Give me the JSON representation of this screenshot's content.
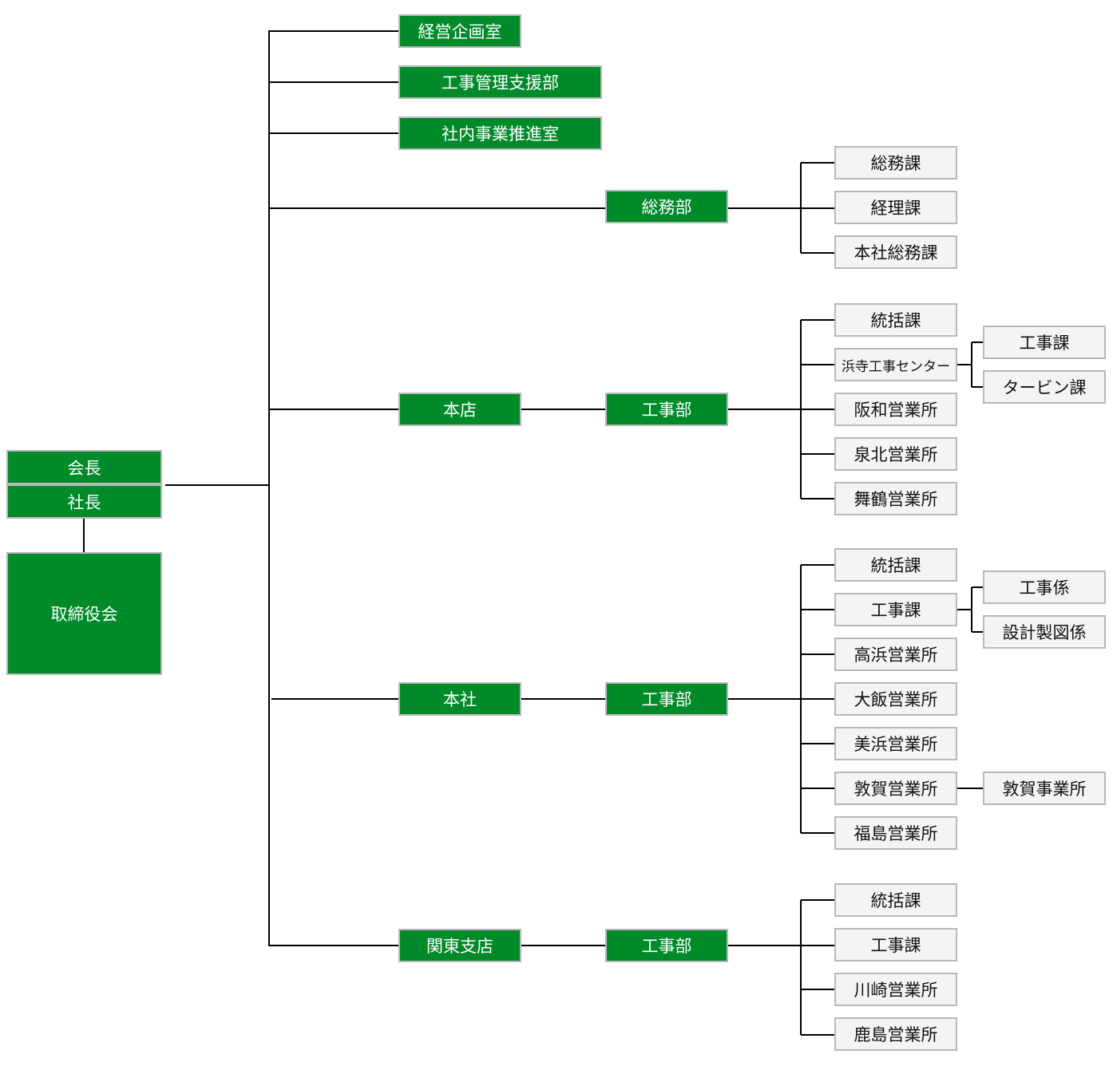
{
  "colors": {
    "green": "#008a2a",
    "sub_bg": "#f4f4f4",
    "border": "#b8b8b8",
    "line": "#000000"
  },
  "top": {
    "chairman": "会長",
    "president": "社長",
    "board": "取締役会"
  },
  "staff": [
    "経営企画室",
    "工事管理支援部",
    "社内事業推進室"
  ],
  "general_affairs": {
    "label": "総務部",
    "sections": [
      "総務課",
      "経理課",
      "本社総務課"
    ]
  },
  "honten": {
    "label": "本店",
    "dept": "工事部",
    "sections": [
      "統括課",
      "浜寺工事センター",
      "阪和営業所",
      "泉北営業所",
      "舞鶴営業所"
    ],
    "center_children": [
      "工事課",
      "タービン課"
    ]
  },
  "honsha": {
    "label": "本社",
    "dept": "工事部",
    "sections": [
      "統括課",
      "工事課",
      "高浜営業所",
      "大飯営業所",
      "美浜営業所",
      "敦賀営業所",
      "福島営業所"
    ],
    "kouji_children": [
      "工事係",
      "設計製図係"
    ],
    "tsuruga_child": "敦賀事業所"
  },
  "kanto": {
    "label": "関東支店",
    "dept": "工事部",
    "sections": [
      "統括課",
      "工事課",
      "川崎営業所",
      "鹿島営業所"
    ]
  }
}
